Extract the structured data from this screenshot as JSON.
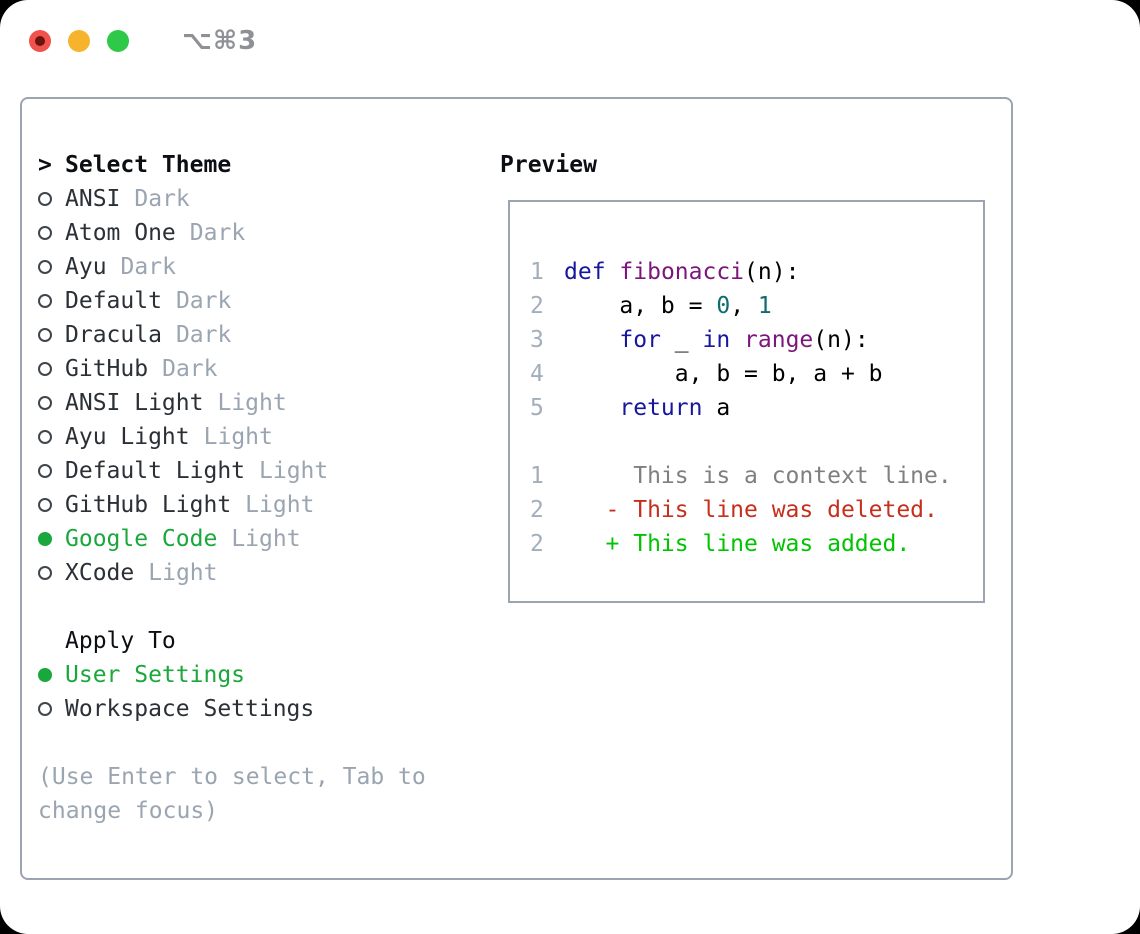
{
  "window": {
    "title": "⌥⌘3",
    "traffic_lights": [
      "close",
      "minimize",
      "zoom"
    ]
  },
  "theme_list": {
    "cursor": ">",
    "header": "Select Theme",
    "items": [
      {
        "name": "ANSI",
        "variant": "Dark",
        "selected": false
      },
      {
        "name": "Atom One",
        "variant": "Dark",
        "selected": false
      },
      {
        "name": "Ayu",
        "variant": "Dark",
        "selected": false
      },
      {
        "name": "Default",
        "variant": "Dark",
        "selected": false
      },
      {
        "name": "Dracula",
        "variant": "Dark",
        "selected": false
      },
      {
        "name": "GitHub",
        "variant": "Dark",
        "selected": false
      },
      {
        "name": "ANSI Light",
        "variant": "Light",
        "selected": false
      },
      {
        "name": "Ayu Light",
        "variant": "Light",
        "selected": false
      },
      {
        "name": "Default Light",
        "variant": "Light",
        "selected": false
      },
      {
        "name": "GitHub Light",
        "variant": "Light",
        "selected": false
      },
      {
        "name": "Google Code",
        "variant": "Light",
        "selected": true
      },
      {
        "name": "XCode",
        "variant": "Light",
        "selected": false
      }
    ]
  },
  "apply_to": {
    "header": "Apply To",
    "options": [
      {
        "label": "User Settings",
        "selected": true
      },
      {
        "label": "Workspace Settings",
        "selected": false
      }
    ]
  },
  "hint": "(Use Enter to select, Tab to\nchange focus)",
  "preview": {
    "title": "Preview",
    "lines": [
      {
        "num": "1",
        "kind": "code",
        "tokens": [
          [
            "k",
            "def"
          ],
          [
            "p",
            " "
          ],
          [
            "f",
            "fibonacci"
          ],
          [
            "p",
            "(n):"
          ]
        ]
      },
      {
        "num": "2",
        "kind": "code",
        "tokens": [
          [
            "p",
            "    a, b = "
          ],
          [
            "n",
            "0"
          ],
          [
            "p",
            ", "
          ],
          [
            "n",
            "1"
          ]
        ]
      },
      {
        "num": "3",
        "kind": "code",
        "tokens": [
          [
            "p",
            "    "
          ],
          [
            "k",
            "for"
          ],
          [
            "p",
            " _ "
          ],
          [
            "k",
            "in"
          ],
          [
            "p",
            " "
          ],
          [
            "f",
            "range"
          ],
          [
            "p",
            "(n):"
          ]
        ]
      },
      {
        "num": "4",
        "kind": "code",
        "tokens": [
          [
            "p",
            "        a, b = b, a + b"
          ]
        ]
      },
      {
        "num": "5",
        "kind": "code",
        "tokens": [
          [
            "p",
            "    "
          ],
          [
            "k",
            "return"
          ],
          [
            "p",
            " a"
          ]
        ]
      },
      {
        "num": "",
        "kind": "blank",
        "tokens": []
      },
      {
        "num": "1",
        "kind": "diff-context",
        "tokens": [
          [
            "ctx",
            "     This is a context line."
          ]
        ]
      },
      {
        "num": "2",
        "kind": "diff-deleted",
        "tokens": [
          [
            "del",
            "   - This line was deleted."
          ]
        ]
      },
      {
        "num": "2",
        "kind": "diff-added",
        "tokens": [
          [
            "add",
            "   + This line was added."
          ]
        ]
      }
    ]
  },
  "colors": {
    "border": "#9ba4b0",
    "text": "#2b3036",
    "strong": "#0b0e12",
    "muted": "#9aa5b1",
    "green": "#1aa73c",
    "ring": "#3f454c",
    "kw": "#16169f",
    "fn": "#7c157c",
    "num": "#0e6b70",
    "ln": "#a3aebb",
    "ctx": "#7f7f7f",
    "del": "#c5301c",
    "add": "#00c400",
    "titlebar-text": "#8e9096",
    "light-red": "#f0524e",
    "light-red-dot": "#6b130e",
    "light-yellow": "#f6b42c",
    "light-green": "#2ec948"
  }
}
